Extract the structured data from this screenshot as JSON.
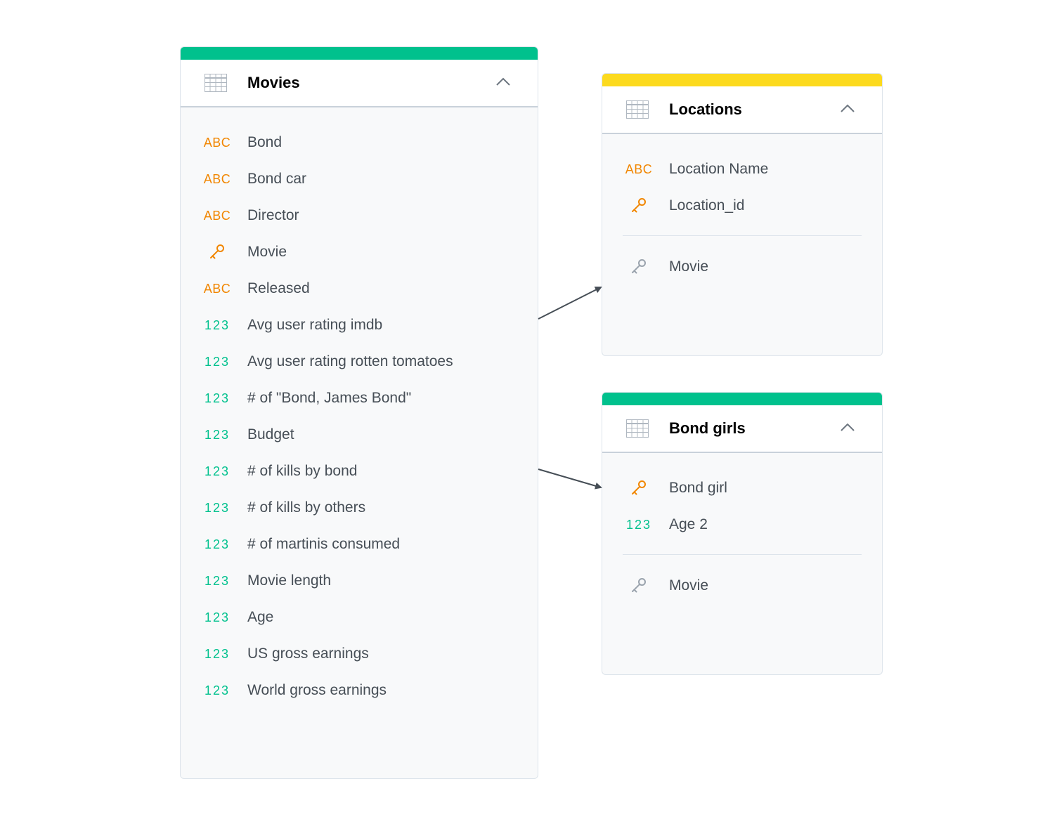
{
  "colors": {
    "green": "#00c18d",
    "yellow": "#fcda1e",
    "attribute_text_icon": "#f18600",
    "fact_number_icon": "#00c18d",
    "reference_key": "#9aa3ad"
  },
  "datasets": {
    "movies": {
      "title": "Movies",
      "color": "green",
      "icon": "table-icon",
      "fields": [
        {
          "type": "abc",
          "type_label": "ABC",
          "name": "Bond"
        },
        {
          "type": "abc",
          "type_label": "ABC",
          "name": "Bond car"
        },
        {
          "type": "abc",
          "type_label": "ABC",
          "name": "Director"
        },
        {
          "type": "key",
          "type_label": "",
          "name": "Movie"
        },
        {
          "type": "abc",
          "type_label": "ABC",
          "name": "Released"
        },
        {
          "type": "num",
          "type_label": "123",
          "name": "Avg user rating imdb"
        },
        {
          "type": "num",
          "type_label": "123",
          "name": "Avg user rating rotten tomatoes"
        },
        {
          "type": "num",
          "type_label": "123",
          "name": "# of \"Bond, James Bond\""
        },
        {
          "type": "num",
          "type_label": "123",
          "name": "Budget"
        },
        {
          "type": "num",
          "type_label": "123",
          "name": "# of kills by bond"
        },
        {
          "type": "num",
          "type_label": "123",
          "name": "# of kills by others"
        },
        {
          "type": "num",
          "type_label": "123",
          "name": "# of martinis consumed"
        },
        {
          "type": "num",
          "type_label": "123",
          "name": "Movie length"
        },
        {
          "type": "num",
          "type_label": "123",
          "name": "Age"
        },
        {
          "type": "num",
          "type_label": "123",
          "name": "US gross earnings"
        },
        {
          "type": "num",
          "type_label": "123",
          "name": "World gross earnings"
        }
      ]
    },
    "locations": {
      "title": "Locations",
      "color": "yellow",
      "icon": "table-icon",
      "fields": [
        {
          "type": "abc",
          "type_label": "ABC",
          "name": "Location Name"
        },
        {
          "type": "key",
          "type_label": "",
          "name": "Location_id"
        }
      ],
      "references": [
        {
          "type": "ref",
          "name": "Movie"
        }
      ]
    },
    "bond_girls": {
      "title": "Bond girls",
      "color": "green",
      "icon": "table-icon",
      "fields": [
        {
          "type": "key",
          "type_label": "",
          "name": "Bond girl"
        },
        {
          "type": "num",
          "type_label": "123",
          "name": "Age 2"
        }
      ],
      "references": [
        {
          "type": "ref",
          "name": "Movie"
        }
      ]
    }
  },
  "connections": [
    {
      "from": "movies",
      "to": "locations"
    },
    {
      "from": "movies",
      "to": "bond_girls"
    }
  ]
}
